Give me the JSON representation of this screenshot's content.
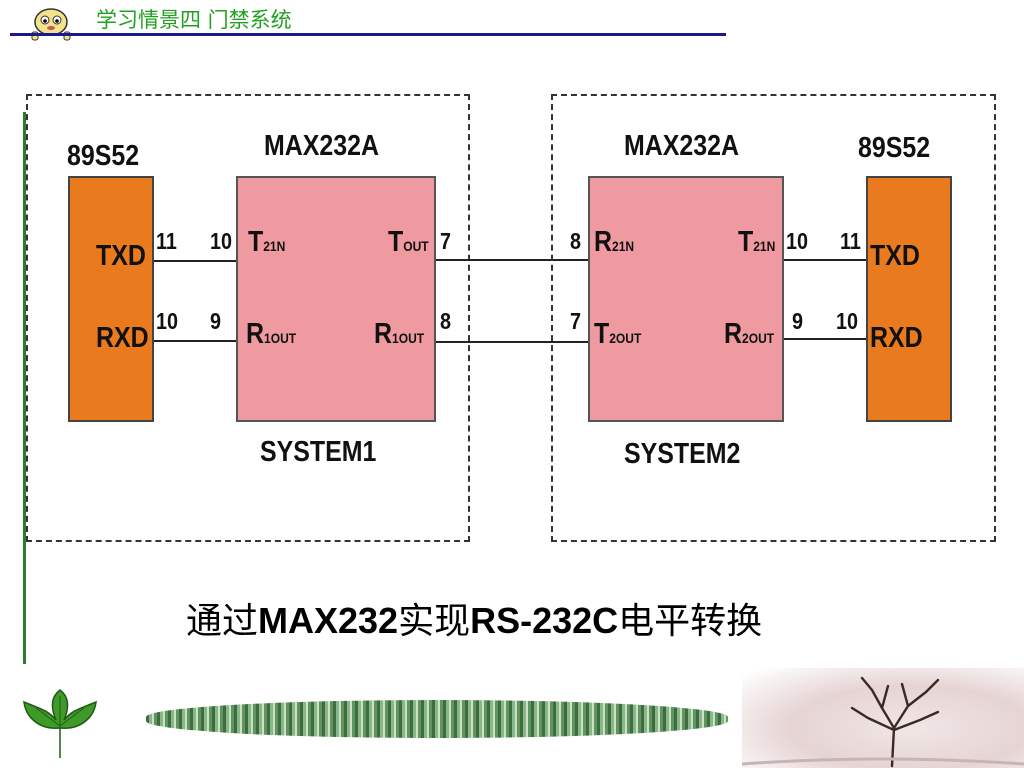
{
  "header": {
    "title": "学习情景四  门禁系统"
  },
  "system1": {
    "chip_label": "89S52",
    "max_label": "MAX232A",
    "system_label": "SYSTEM1",
    "chip_pins": {
      "txd": "TXD",
      "rxd": "RXD",
      "txd_num": "11",
      "rxd_num": "10"
    },
    "max_left": {
      "t_main": "T",
      "t_sub": "21N",
      "t_num": "10",
      "r_main": "R",
      "r_sub": "1OUT",
      "r_num": "9"
    },
    "max_right": {
      "t_main": "T",
      "t_sub": "OUT",
      "t_num": "7",
      "r_main": "R",
      "r_sub": "1OUT",
      "r_num": "8"
    }
  },
  "system2": {
    "chip_label": "89S52",
    "max_label": "MAX232A",
    "system_label": "SYSTEM2",
    "chip_pins": {
      "txd": "TXD",
      "rxd": "RXD",
      "txd_num": "11",
      "rxd_num": "10"
    },
    "max_left": {
      "r_main": "R",
      "r_sub": "21N",
      "r_num": "8",
      "t_main": "T",
      "t_sub": "2OUT",
      "t_num": "7"
    },
    "max_right": {
      "t_main": "T",
      "t_sub": "21N",
      "t_num": "10",
      "r_main": "R",
      "r_sub": "2OUT",
      "r_num": "9"
    }
  },
  "caption": {
    "pre": "通过",
    "b1": "MAX232",
    "mid": "实现",
    "b2": "RS-232C",
    "post": "电平转换"
  },
  "colors": {
    "chip": "#ea7a1e",
    "max": "#ee9aa0",
    "header": "#22a022",
    "rule": "#1a1a8c"
  },
  "icons": [
    "mascot-icon",
    "leaf-icon",
    "tree-icon"
  ]
}
